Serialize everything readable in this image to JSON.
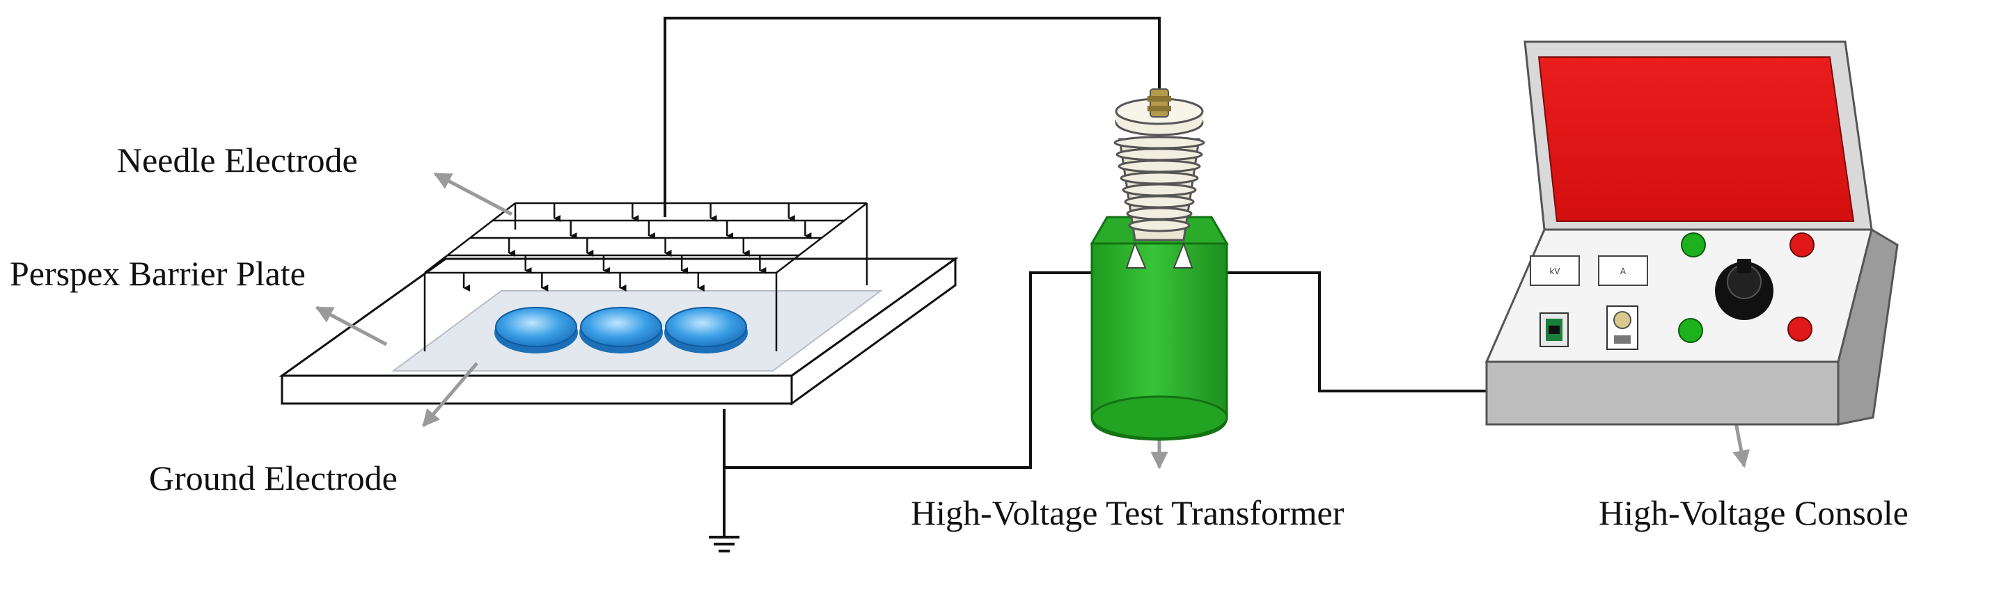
{
  "labels": {
    "needle_electrode": "Needle Electrode",
    "perspex_barrier_plate": "Perspex Barrier Plate",
    "ground_electrode": "Ground Electrode",
    "hv_test_transformer": "High-Voltage Test Transformer",
    "hv_console": "High-Voltage Console"
  },
  "console": {
    "meter_left_text": "kV",
    "meter_right_text": "A"
  },
  "colors": {
    "wire": "#111111",
    "arrow": "#9a9a9a",
    "transformer_body": "#2fb52d",
    "transformer_bushing": "#ece7d6",
    "console_screen": "#e01414",
    "console_frame": "#bfbfbf",
    "console_panel": "#f4f4f4",
    "button_green": "#1eb11e",
    "button_red": "#e01818",
    "dish_blue": "#3b9fe6",
    "plate_fill": "#e8ecf2"
  },
  "icons": [
    "ground-symbol-icon",
    "knob-icon",
    "switch-icon",
    "fuse-icon"
  ]
}
